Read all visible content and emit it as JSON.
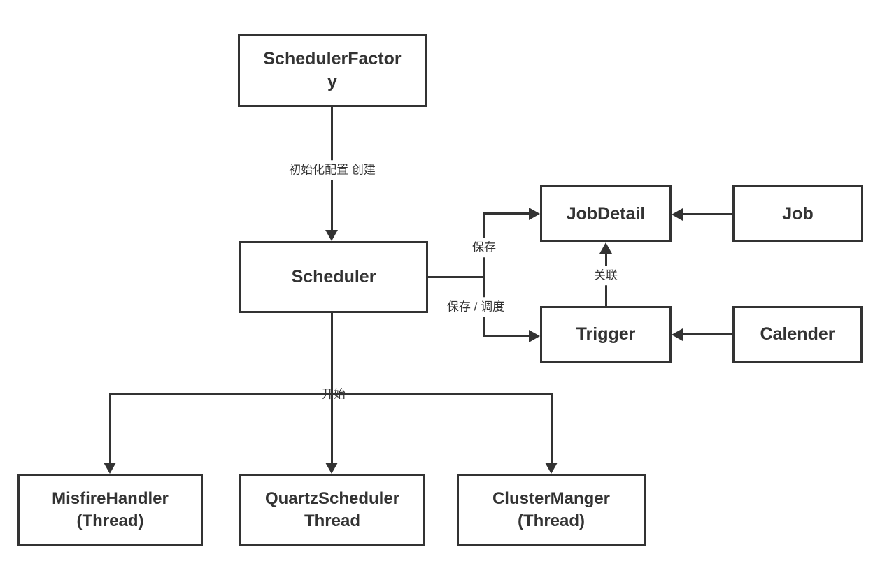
{
  "colors": {
    "background": "#ffffff",
    "stroke": "#333333",
    "text": "#333333"
  },
  "nodes": {
    "scheduler_factory": {
      "label": "SchedulerFactory",
      "lines": [
        "SchedulerFactor",
        "y"
      ]
    },
    "scheduler": {
      "label": "Scheduler"
    },
    "job_detail": {
      "label": "JobDetail"
    },
    "job": {
      "label": "Job"
    },
    "trigger": {
      "label": "Trigger"
    },
    "calender": {
      "label": "Calender"
    },
    "misfire_handler": {
      "lines": [
        "MisfireHandler",
        "(Thread)"
      ]
    },
    "quartz_scheduler_thread": {
      "lines": [
        "QuartzScheduler",
        "Thread"
      ]
    },
    "cluster_manger": {
      "lines": [
        "ClusterManger",
        "(Thread)"
      ]
    }
  },
  "edge_labels": {
    "init_create_line1": "初始化配置",
    "init_create_line2": "创建",
    "save": "保存",
    "save_schedule": "保存 / 调度",
    "associate": "关联",
    "start": "开始"
  }
}
